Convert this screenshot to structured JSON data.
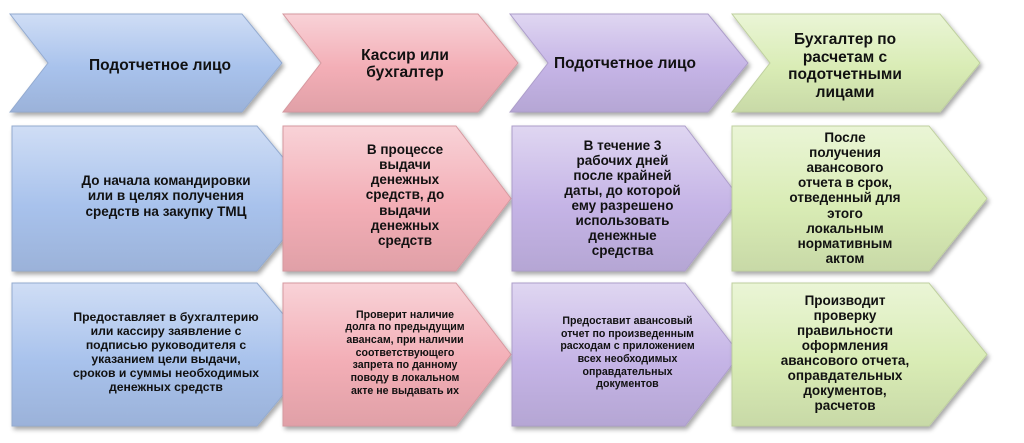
{
  "colors": {
    "blue": "#a8c2ec",
    "red": "#f3aeb6",
    "purple": "#c5b4e6",
    "green": "#d9ecb5"
  },
  "columns": [
    {
      "color_key": "blue",
      "header": "Подотчетное лицо",
      "middle": "До начала командировки или в целях получения средств на закупку ТМЦ",
      "bottom": "Предоставляет в бухгалтерию или кассиру заявление с подписью руководителя с указанием цели выдачи, сроков и суммы необходимых денежных средств"
    },
    {
      "color_key": "red",
      "header": "Кассир или бухгалтер",
      "middle": "В процессе выдачи денежных средств, до выдачи денежных средств",
      "bottom": "Проверит наличие долга по предыдущим авансам, при наличии соответствующего запрета по данному поводу в локальном акте не выдавать их"
    },
    {
      "color_key": "purple",
      "header": "Подотчетное лицо",
      "middle": "В течение 3 рабочих дней после крайней даты, до которой ему разрешено использовать денежные средства",
      "bottom": "Предоставит авансовый отчет по произведенным расходам с приложением всех необходимых оправдательных документов"
    },
    {
      "color_key": "green",
      "header": "Бухгалтер по расчетам с подотчетными лицами",
      "middle": "После получения авансового отчета в срок, отведенный для этого локальным нормативным актом",
      "bottom": "Производит проверку правильности оформления авансового отчета, оправдательных документов, расчетов"
    }
  ]
}
